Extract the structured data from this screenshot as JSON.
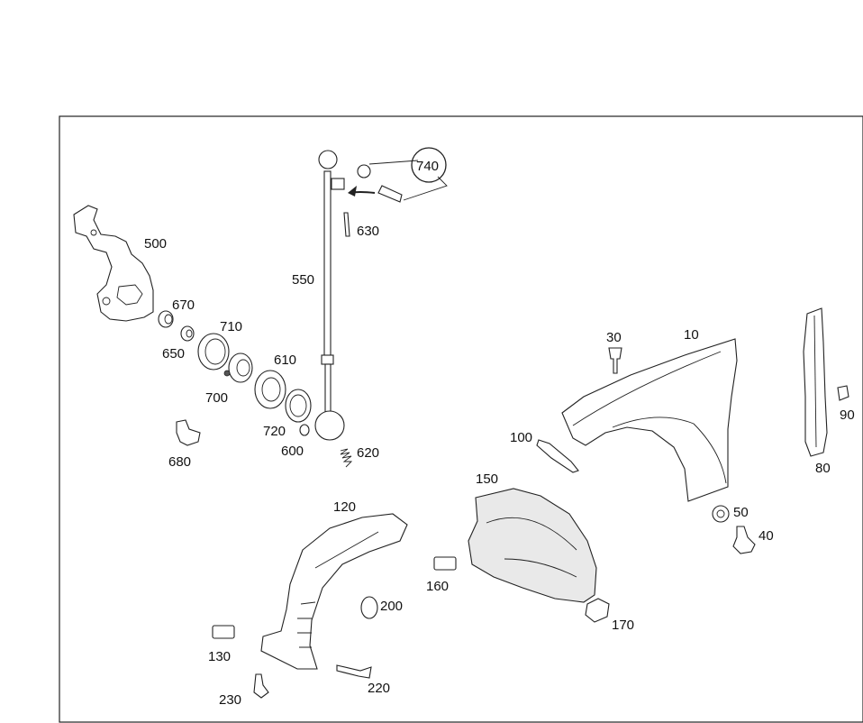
{
  "labels": {
    "p10": "10",
    "p30": "30",
    "p40": "40",
    "p50": "50",
    "p80": "80",
    "p90": "90",
    "p100": "100",
    "p120": "120",
    "p130": "130",
    "p150": "150",
    "p160": "160",
    "p170": "170",
    "p200": "200",
    "p220": "220",
    "p230": "230",
    "p500": "500",
    "p550": "550",
    "p600": "600",
    "p610": "610",
    "p620": "620",
    "p630": "630",
    "p650": "650",
    "p670": "670",
    "p680": "680",
    "p700": "700",
    "p710": "710",
    "p720": "720",
    "p740": "740"
  }
}
